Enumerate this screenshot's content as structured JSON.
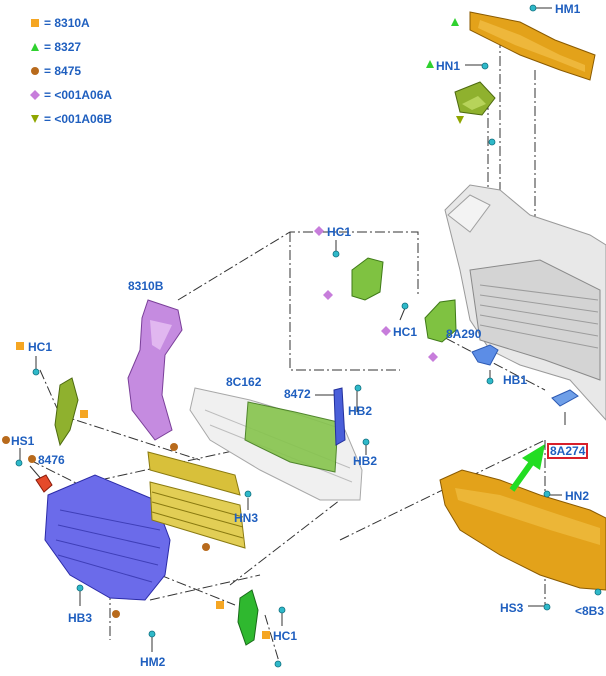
{
  "legend": [
    {
      "symbol": "square",
      "color": "#f5a623",
      "label": "= 8310A"
    },
    {
      "symbol": "triangle",
      "color": "#2fd12f",
      "label": "= 8327"
    },
    {
      "symbol": "circle",
      "color": "#b86a1c",
      "label": "= 8475"
    },
    {
      "symbol": "diamond",
      "color": "#c77ddb",
      "label": "= <001A06A"
    },
    {
      "symbol": "triangle-down",
      "color": "#8fa600",
      "label": "= <001A06B"
    }
  ],
  "callouts": {
    "hm1": "HM1",
    "hn1": "HN1",
    "hc1_top": "HC1",
    "hc1_mid": "HC1",
    "hc1_left": "HC1",
    "hc1_bottom": "HC1",
    "p8310b": "8310B",
    "p8a290": "8A290",
    "hb1": "HB1",
    "p8a274": "8A274",
    "p8c162": "8C162",
    "p8472": "8472",
    "hb2_a": "HB2",
    "hb2_b": "HB2",
    "hs1": "HS1",
    "p8476": "8476",
    "hn3": "HN3",
    "hn2": "HN2",
    "hb3": "HB3",
    "hs3": "HS3",
    "p8b3": "<8B3",
    "hm2": "HM2"
  },
  "colors": {
    "label": "#1f5fbf",
    "highlight_border": "#d81f2a",
    "orange_part": "#e3a21a",
    "green_part": "#7fc241",
    "purple_part": "#c58be0",
    "blue_part": "#6b6bea",
    "yellow_part": "#d8c03a",
    "arrow": "#22dd22",
    "fastener": "#2fb9c9"
  }
}
